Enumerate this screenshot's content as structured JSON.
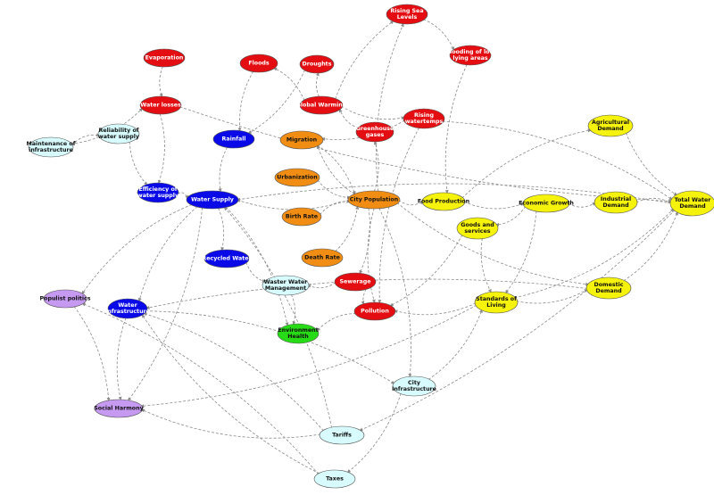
{
  "colors": {
    "red": "#e30d12",
    "orange": "#f08d12",
    "yellow": "#f5f20c",
    "blue": "#0a0ae8",
    "light_cyan": "#d8fbfd",
    "green": "#27dc16",
    "violet": "#c79af2",
    "edge": "#8a8a8a"
  },
  "nodes": {
    "rising_sea_levels": {
      "label": [
        "Rising Sea",
        "Levels"
      ],
      "color": "red"
    },
    "evaporation": {
      "label": [
        "Evaporation"
      ],
      "color": "red"
    },
    "floods": {
      "label": [
        "Floods"
      ],
      "color": "red"
    },
    "droughts": {
      "label": [
        "Droughts"
      ],
      "color": "red"
    },
    "flooding_low_lying": {
      "label": [
        "Flooding of low",
        "lying areas"
      ],
      "color": "red"
    },
    "water_losses": {
      "label": [
        "Water losses"
      ],
      "color": "red"
    },
    "global_warming": {
      "label": [
        "Global Warming"
      ],
      "color": "red"
    },
    "rising_watertemps": {
      "label": [
        "Rising",
        "watertemps"
      ],
      "color": "red"
    },
    "greenhouse_gases": {
      "label": [
        "Greenhouse",
        "gases"
      ],
      "color": "red"
    },
    "sewerage": {
      "label": [
        "Sewerage"
      ],
      "color": "red"
    },
    "pollution": {
      "label": [
        "Pollution"
      ],
      "color": "red"
    },
    "migration": {
      "label": [
        "Migration"
      ],
      "color": "orange"
    },
    "urbanization": {
      "label": [
        "Urbanization"
      ],
      "color": "orange"
    },
    "city_population": {
      "label": [
        "City Population"
      ],
      "color": "orange"
    },
    "birth_rate": {
      "label": [
        "Birth Rate"
      ],
      "color": "orange"
    },
    "death_rate": {
      "label": [
        "Death Rate"
      ],
      "color": "orange"
    },
    "agricultural_demand": {
      "label": [
        "Agricultural",
        "Demand"
      ],
      "color": "yellow"
    },
    "food_production": {
      "label": [
        "Food Production"
      ],
      "color": "yellow"
    },
    "economic_growth": {
      "label": [
        "Economic Growth"
      ],
      "color": "yellow"
    },
    "industrial_demand": {
      "label": [
        "Industrial",
        "Demand"
      ],
      "color": "yellow"
    },
    "total_water_demand": {
      "label": [
        "Total Water",
        "Demand"
      ],
      "color": "yellow"
    },
    "goods_and_services": {
      "label": [
        "Goods and",
        "services"
      ],
      "color": "yellow"
    },
    "standards_of_living": {
      "label": [
        "Standards of",
        "Living"
      ],
      "color": "yellow"
    },
    "domestic_demand": {
      "label": [
        "Domestic",
        "Demand"
      ],
      "color": "yellow"
    },
    "rainfall": {
      "label": [
        "Rainfall"
      ],
      "color": "blue"
    },
    "efficiency_water_supply": {
      "label": [
        "Efficiency of",
        "water supply"
      ],
      "color": "blue"
    },
    "water_supply": {
      "label": [
        "Water Supply"
      ],
      "color": "blue"
    },
    "recycled_water": {
      "label": [
        "Recycled Water"
      ],
      "color": "blue"
    },
    "water_infrastructure": {
      "label": [
        "Water",
        "Infrastructure"
      ],
      "color": "blue"
    },
    "reliability_water_supply": {
      "label": [
        "Reliability of",
        "water supply"
      ],
      "color": "light_cyan"
    },
    "maintenance_infrastructure": {
      "label": [
        "Maintenance of",
        "infrastructure"
      ],
      "color": "light_cyan"
    },
    "waster_water_management": {
      "label": [
        "Waster Water",
        "Management"
      ],
      "color": "light_cyan"
    },
    "city_infrastructure": {
      "label": [
        "City",
        "Infrastructure"
      ],
      "color": "light_cyan"
    },
    "tariffs": {
      "label": [
        "Tariffs"
      ],
      "color": "light_cyan"
    },
    "taxes": {
      "label": [
        "Taxes"
      ],
      "color": "light_cyan"
    },
    "environment_health": {
      "label": [
        "Environment",
        "Health"
      ],
      "color": "green"
    },
    "populist_politics": {
      "label": [
        "Populist politics"
      ],
      "color": "violet"
    },
    "social_harmony": {
      "label": [
        "Social Harmony"
      ],
      "color": "violet"
    }
  },
  "edges": [
    [
      "evaporation",
      "water_losses"
    ],
    [
      "water_losses",
      "efficiency_water_supply"
    ],
    [
      "maintenance_infrastructure",
      "water_losses"
    ],
    [
      "maintenance_infrastructure",
      "reliability_water_supply"
    ],
    [
      "reliability_water_supply",
      "efficiency_water_supply"
    ],
    [
      "efficiency_water_supply",
      "water_supply"
    ],
    [
      "floods",
      "rainfall"
    ],
    [
      "droughts",
      "rainfall"
    ],
    [
      "rainfall",
      "water_supply"
    ],
    [
      "global_warming",
      "droughts"
    ],
    [
      "global_warming",
      "floods"
    ],
    [
      "global_warming",
      "rising_sea_levels"
    ],
    [
      "global_warming",
      "rising_watertemps"
    ],
    [
      "rising_sea_levels",
      "flooding_low_lying"
    ],
    [
      "flooding_low_lying",
      "food_production"
    ],
    [
      "greenhouse_gases",
      "global_warming"
    ],
    [
      "city_population",
      "greenhouse_gases"
    ],
    [
      "city_population",
      "migration"
    ],
    [
      "urbanization",
      "city_population"
    ],
    [
      "birth_rate",
      "city_population"
    ],
    [
      "death_rate",
      "city_population"
    ],
    [
      "city_population",
      "water_supply"
    ],
    [
      "city_population",
      "food_production"
    ],
    [
      "city_population",
      "sewerage"
    ],
    [
      "city_population",
      "pollution"
    ],
    [
      "city_population",
      "city_infrastructure"
    ],
    [
      "city_population",
      "domestic_demand"
    ],
    [
      "city_population",
      "rising_sea_levels"
    ],
    [
      "food_production",
      "economic_growth"
    ],
    [
      "food_production",
      "agricultural_demand"
    ],
    [
      "economic_growth",
      "industrial_demand"
    ],
    [
      "economic_growth",
      "goods_and_services"
    ],
    [
      "goods_and_services",
      "standards_of_living"
    ],
    [
      "economic_growth",
      "standards_of_living"
    ],
    [
      "standards_of_living",
      "domestic_demand"
    ],
    [
      "standards_of_living",
      "pollution"
    ],
    [
      "agricultural_demand",
      "total_water_demand"
    ],
    [
      "industrial_demand",
      "total_water_demand"
    ],
    [
      "domestic_demand",
      "total_water_demand"
    ],
    [
      "rising_watertemps",
      "total_water_demand"
    ],
    [
      "water_losses",
      "total_water_demand"
    ],
    [
      "water_supply",
      "recycled_water"
    ],
    [
      "recycled_water",
      "waster_water_management"
    ],
    [
      "sewerage",
      "waster_water_management"
    ],
    [
      "sewerage",
      "pollution"
    ],
    [
      "waster_water_management",
      "environment_health"
    ],
    [
      "pollution",
      "environment_health"
    ],
    [
      "water_supply",
      "environment_health"
    ],
    [
      "water_supply",
      "populist_politics"
    ],
    [
      "water_supply",
      "social_harmony"
    ],
    [
      "water_supply",
      "water_infrastructure"
    ],
    [
      "populist_politics",
      "social_harmony"
    ],
    [
      "water_infrastructure",
      "social_harmony"
    ],
    [
      "water_infrastructure",
      "city_infrastructure"
    ],
    [
      "tariffs",
      "water_infrastructure"
    ],
    [
      "tariffs",
      "social_harmony"
    ],
    [
      "tariffs",
      "water_supply"
    ],
    [
      "taxes",
      "water_infrastructure"
    ],
    [
      "taxes",
      "populist_politics"
    ],
    [
      "city_infrastructure",
      "taxes"
    ],
    [
      "city_infrastructure",
      "standards_of_living"
    ],
    [
      "total_water_demand",
      "tariffs"
    ],
    [
      "total_water_demand",
      "water_supply"
    ],
    [
      "standards_of_living",
      "social_harmony"
    ],
    [
      "domestic_demand",
      "water_infrastructure"
    ],
    [
      "migration",
      "city_population"
    ],
    [
      "rising_watertemps",
      "pollution"
    ],
    [
      "goods_and_services",
      "pollution"
    ],
    [
      "standards_of_living",
      "total_water_demand"
    ],
    [
      "rising_watertemps",
      "migration"
    ]
  ]
}
